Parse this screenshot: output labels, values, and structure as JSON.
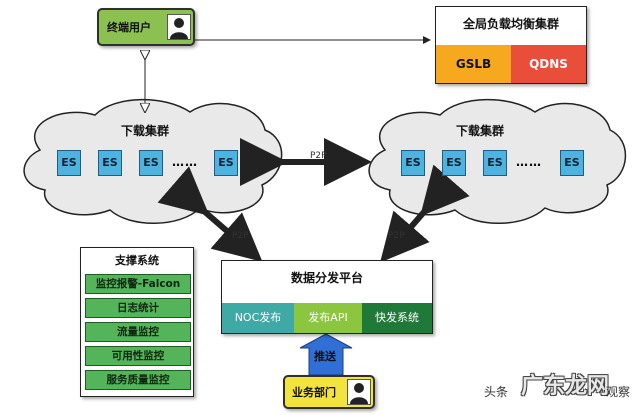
{
  "end_user": {
    "label": "终端用户",
    "icon": "person-icon"
  },
  "gslb": {
    "title": "全局负载均衡集群",
    "left": "GSLB",
    "right": "QDNS"
  },
  "cluster_left": {
    "title": "下载集群",
    "nodes": [
      "ES",
      "ES",
      "ES",
      "ES"
    ],
    "ellipsis": "……"
  },
  "cluster_right": {
    "title": "下载集群",
    "nodes": [
      "ES",
      "ES",
      "ES",
      "ES"
    ],
    "ellipsis": "……"
  },
  "links": {
    "between": "P2P",
    "left_down": "P2P",
    "right_down": "P2P"
  },
  "support": {
    "title": "支撑系统",
    "items": [
      "监控报警-Falcon",
      "日志统计",
      "流量监控",
      "可用性监控",
      "服务质量监控"
    ]
  },
  "platform": {
    "title": "数据分发平台",
    "cells": [
      "NOC发布",
      "发布API",
      "快发系统"
    ]
  },
  "push_label": "推送",
  "business": {
    "label": "业务部门",
    "icon": "person-icon"
  },
  "watermark": {
    "prefix": "头条",
    "brand": "广东龙网",
    "suffix": "观察"
  },
  "colors": {
    "user": "#8cc152",
    "es": "#4fb3e0",
    "support": "#53b45a",
    "business": "#f3e43d",
    "gslb": "#f6a91e",
    "qdns": "#e94e3b"
  }
}
